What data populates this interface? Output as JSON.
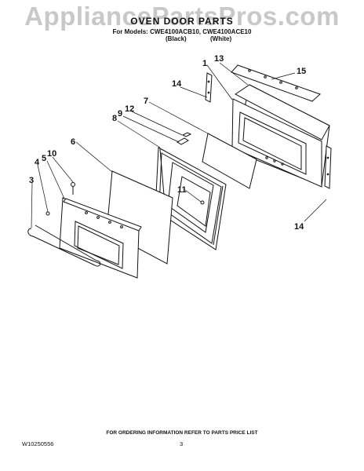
{
  "watermark": "AppliancePartsPros.com",
  "header": {
    "title": "OVEN DOOR PARTS",
    "models_line": "For Models: CWE4100ACB10, CWE4100ACE10",
    "variant_black": "(Black)",
    "variant_white": "(White)"
  },
  "callouts": [
    "1",
    "3",
    "4",
    "5",
    "6",
    "7",
    "8",
    "9",
    "10",
    "11",
    "12",
    "13",
    "14",
    "14",
    "15"
  ],
  "footer": {
    "ordering_note": "FOR ORDERING INFORMATION REFER TO PARTS PRICE LIST",
    "doc_id": "W10250556",
    "page": "3"
  },
  "colors": {
    "line": "#111111",
    "watermark": "#c8c8c8"
  }
}
